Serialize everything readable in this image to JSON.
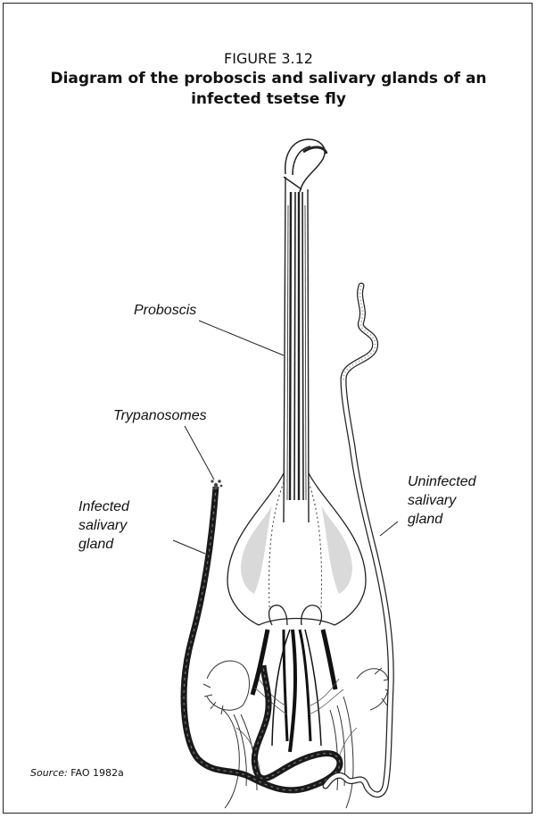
{
  "figure": {
    "number": "FIGURE 3.12",
    "title": "Diagram of the proboscis and salivary glands of an infected tsetse fly"
  },
  "labels": {
    "proboscis": "Proboscis",
    "trypanosomes": "Trypanosomes",
    "infected": [
      "Infected",
      "salivary",
      "gland"
    ],
    "uninfected": [
      "Uninfected",
      "salivary",
      "gland"
    ]
  },
  "source": {
    "label": "Source:",
    "text": "FAO 1982a"
  }
}
